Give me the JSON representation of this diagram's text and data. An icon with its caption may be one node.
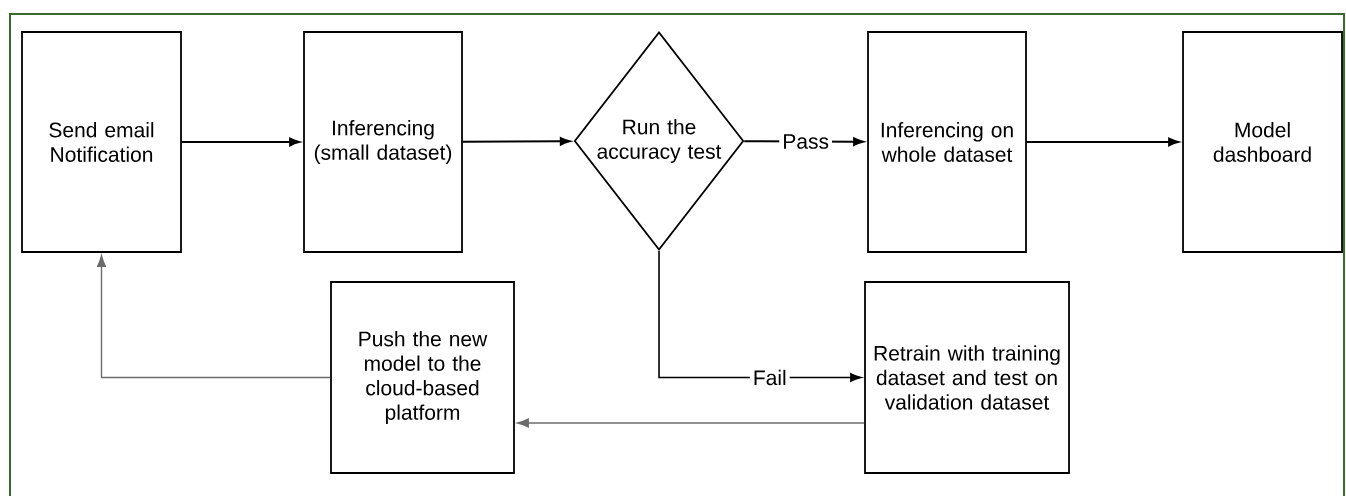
{
  "diagram": {
    "nodes": [
      {
        "text": [
          "Send email Notification"
        ]
      },
      {
        "text": [
          "Inferencing (small dataset)"
        ]
      },
      {
        "text": [
          "Run the accuracy test"
        ]
      },
      {
        "text": [
          "Inferencing on whole dataset"
        ]
      },
      {
        "text": [
          "Model dashboard"
        ]
      },
      {
        "text": [
          "Push the new model to the cloud-based platform"
        ]
      },
      {
        "text": [
          "Retrain with training dataset and test on validation dataset"
        ]
      }
    ],
    "edges": [
      {
        "from": 0,
        "to": 1,
        "arrow": "to"
      },
      {
        "from": 1,
        "to": 2,
        "arrow": "to"
      },
      {
        "from": 2,
        "to": 3,
        "arrow": "to",
        "label": "Pass"
      },
      {
        "from": 3,
        "to": 4,
        "arrow": "to"
      },
      {
        "from": 2,
        "to": 6,
        "arrow": "to",
        "label": "Fail"
      },
      {
        "from": 6,
        "to": 5,
        "arrow": "to",
        "color": "#6b6b6b"
      },
      {
        "from": 5,
        "to": 0,
        "arrow": "to",
        "color": "#6b6b6b"
      }
    ]
  }
}
